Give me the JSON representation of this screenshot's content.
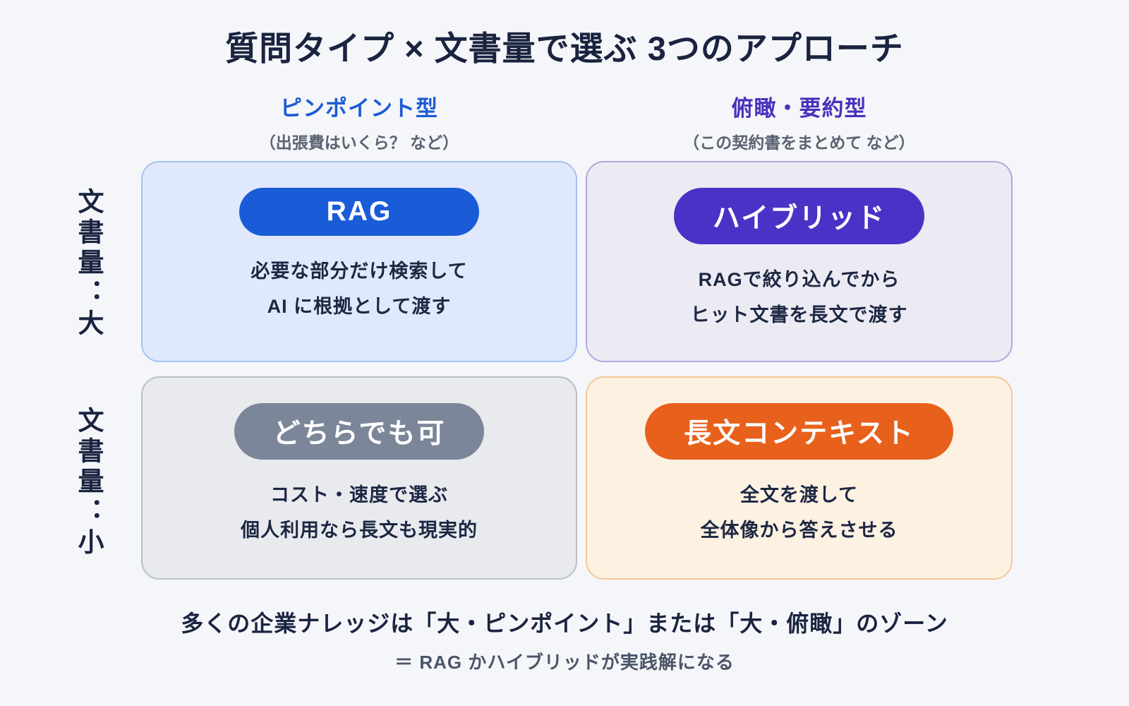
{
  "title": "質問タイプ × 文書量で選ぶ 3つのアプローチ",
  "columns": [
    {
      "label": "ピンポイント型",
      "example": "（出張費はいくら？ など）",
      "color": "#1b5bd6"
    },
    {
      "label": "俯瞰・要約型",
      "example": "（この契約書をまとめて など）",
      "color": "#4632bc"
    }
  ],
  "rows": [
    {
      "label": "文書量：大"
    },
    {
      "label": "文書量：小"
    }
  ],
  "cells": [
    {
      "badge": "RAG",
      "badge_color": "#1a5cd8",
      "card_bg": "#dfe9fb",
      "card_border": "#a6c2ef",
      "lines": [
        "必要な部分だけ検索して",
        "AI に根拠として渡す"
      ]
    },
    {
      "badge": "ハイブリッド",
      "badge_color": "#4b32c6",
      "card_bg": "#ecebf3",
      "card_border": "#b3a6df",
      "lines": [
        "RAGで絞り込んでから",
        "ヒット文書を長文で渡す"
      ]
    },
    {
      "badge": "どちらでも可",
      "badge_color": "#7b8699",
      "card_bg": "#e8eaee",
      "card_border": "#b9bfc8",
      "lines": [
        "コスト・速度で選ぶ",
        "個人利用なら長文も現実的"
      ]
    },
    {
      "badge": "長文コンテキスト",
      "badge_color": "#e8611c",
      "card_bg": "#fdf1e2",
      "card_border": "#f6c896",
      "lines": [
        "全文を渡して",
        "全体像から答えさせる"
      ]
    }
  ],
  "footer": {
    "line1": "多くの企業ナレッジは「大・ピンポイント」または「大・俯瞰」のゾーン",
    "line2": "＝ RAG かハイブリッドが実践解になる"
  }
}
